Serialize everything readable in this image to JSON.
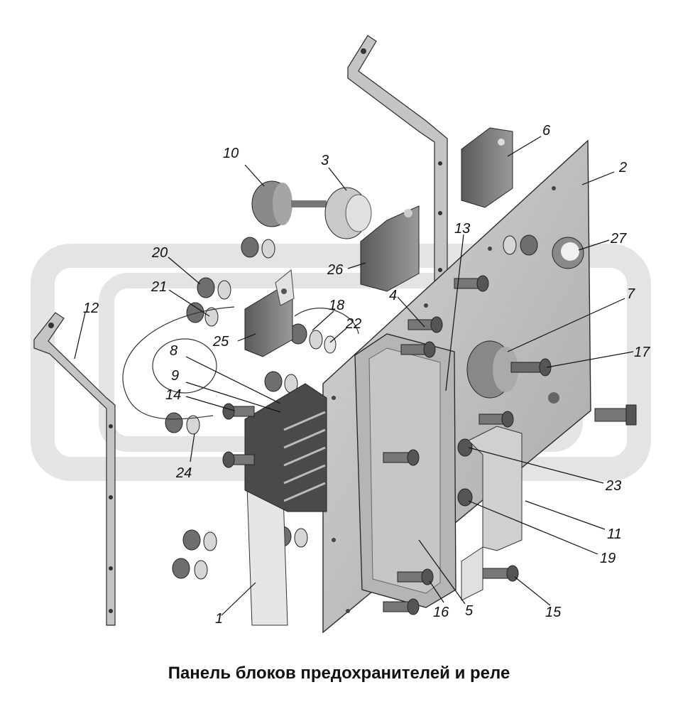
{
  "caption": "Панель блоков предохранителей и реле",
  "callouts": [
    "1",
    "2",
    "3",
    "4",
    "5",
    "6",
    "7",
    "8",
    "9",
    "10",
    "11",
    "12",
    "13",
    "14",
    "15",
    "16",
    "17",
    "18",
    "19",
    "20",
    "21",
    "22",
    "23",
    "24",
    "25",
    "26",
    "27"
  ],
  "colors": {
    "part": "#bfbfbf",
    "part_dark": "#6f6f6f",
    "outline": "#2a2a2a",
    "watermark": "#e6e6e6"
  }
}
